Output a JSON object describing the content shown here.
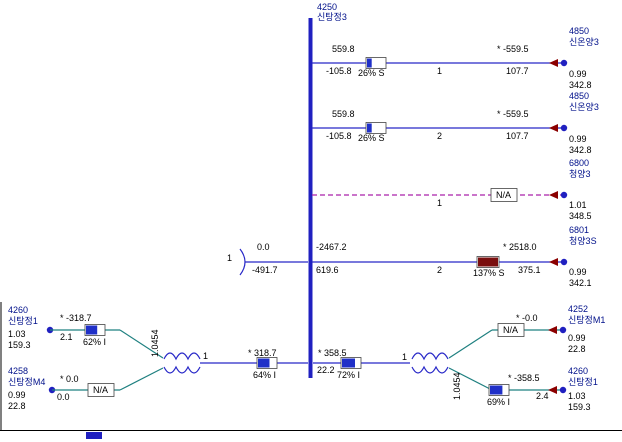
{
  "colors": {
    "bus": "#2020c0",
    "line": "#2828c8",
    "branch_teal": "#1f8080",
    "dashed_outage": "#aa22aa",
    "load_fill": "#2030c8",
    "overload_fill": "#7a0f0f",
    "arrow": "#8b0000"
  },
  "main_bus": {
    "number": "4250",
    "name": "신탕정3"
  },
  "feeders": [
    {
      "p_from": "559.8",
      "q_from": "-105.8",
      "circuit": "1",
      "p_to": "* -559.5",
      "q_to": "107.7",
      "load": {
        "label": "26% S",
        "pct": 26,
        "fill": "#2030c8"
      },
      "bus": {
        "number": "4850",
        "name": "신온양3",
        "v_pu": "0.99",
        "kv": "342.8"
      }
    },
    {
      "p_from": "559.8",
      "q_from": "-105.8",
      "circuit": "2",
      "p_to": "* -559.5",
      "q_to": "107.7",
      "load": {
        "label": "26% S",
        "pct": 26,
        "fill": "#2030c8"
      },
      "bus": {
        "number": "4850",
        "name": "신온양3",
        "v_pu": "0.99",
        "kv": "342.8"
      }
    },
    {
      "circuit": "1",
      "load": {
        "label": "N/A"
      },
      "bus": {
        "number": "6800",
        "name": "청양3",
        "v_pu": "1.01",
        "kv": "348.5"
      }
    },
    {
      "winding": "1",
      "p_left": "0.0",
      "q_left": "-491.7",
      "p_from": "-2467.2",
      "q_from": "619.6",
      "circuit": "2",
      "p_to": "* 2518.0",
      "q_to": "375.1",
      "load": {
        "label": "137% S",
        "pct": 137,
        "fill": "#7a0f0f"
      },
      "bus": {
        "number": "6801",
        "name": "청양3S",
        "v_pu": "0.99",
        "kv": "342.1"
      }
    }
  ],
  "left_buses": [
    {
      "number": "4260",
      "name": "신탕정1",
      "v_pu": "1.03",
      "kv": "159.3",
      "p": "* -318.7",
      "q": "2.1",
      "load": {
        "label": "62% I",
        "pct": 62,
        "fill": "#2030c8"
      }
    },
    {
      "number": "4258",
      "name": "신탕정M4",
      "v_pu": "0.99",
      "kv": "22.8",
      "p": "* 0.0",
      "q": "0.0",
      "load": {
        "label": "N/A"
      }
    }
  ],
  "right_buses": [
    {
      "number": "4252",
      "name": "신탕정M1",
      "v_pu": "0.99",
      "kv": "22.8",
      "p": "* -0.0",
      "load": {
        "label": "N/A"
      }
    },
    {
      "number": "4260",
      "name": "신탕정1",
      "v_pu": "1.03",
      "kv": "159.3",
      "p": "* -358.5",
      "q": "2.4",
      "load": {
        "label": "69% I",
        "pct": 69,
        "fill": "#2030c8"
      }
    }
  ],
  "transformers": {
    "left": {
      "tap": "1.0454",
      "circuit": "1",
      "p": "* 318.7",
      "load": {
        "label": "64% I",
        "pct": 64,
        "fill": "#2030c8"
      }
    },
    "right": {
      "tap": "1.0454",
      "circuit": "1",
      "p": "* 358.5",
      "q": "22.2",
      "load": {
        "label": "72% I",
        "pct": 72,
        "fill": "#2030c8"
      }
    }
  }
}
